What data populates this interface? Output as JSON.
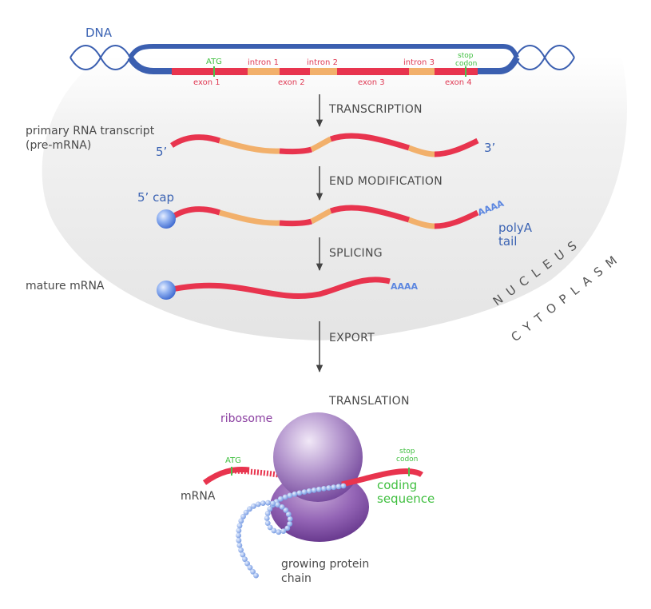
{
  "colors": {
    "dna_blue": "#3b5fb0",
    "exon_red": "#e8344e",
    "intron_orange": "#f2b06b",
    "start_stop_green": "#4cc24c",
    "label_blue": "#3b63b3",
    "label_green": "#3fbf3f",
    "label_purple": "#8a3ea0",
    "text_dark": "#4a4a4a",
    "nucleus_gray": "#e6e6e6",
    "ribosome_purple": "#8a5bb0",
    "protein_blue": "#9ab8ee"
  },
  "dna": {
    "label": "DNA",
    "start_codon": "ATG",
    "stop_codon_line1": "stop",
    "stop_codon_line2": "codon",
    "exons": [
      "exon 1",
      "exon 2",
      "exon 3",
      "exon 4"
    ],
    "introns": [
      "intron 1",
      "intron 2",
      "intron 3"
    ]
  },
  "steps": {
    "transcription": "TRANSCRIPTION",
    "end_modification": "END MODIFICATION",
    "splicing": "SPLICING",
    "export": "EXPORT",
    "translation": "TRANSLATION"
  },
  "pre_mrna": {
    "label_line1": "primary RNA transcript",
    "label_line2": "(pre-mRNA)",
    "five_prime": "5’",
    "three_prime": "3’"
  },
  "modified": {
    "cap_label": "5’ cap",
    "polya": "AAAA",
    "tail_line1": "polyA",
    "tail_line2": "tail"
  },
  "mature": {
    "label": "mature mRNA",
    "polya": "AAAA"
  },
  "compartments": {
    "nucleus": "NUCLEUS",
    "cytoplasm": "CYTOPLASM"
  },
  "translation": {
    "ribosome_label": "ribosome",
    "start_codon": "ATG",
    "stop_codon_line1": "stop",
    "stop_codon_line2": "codon",
    "mrna_label": "mRNA",
    "coding_line1": "coding",
    "coding_line2": "sequence",
    "protein_line1": "growing protein",
    "protein_line2": "chain"
  }
}
